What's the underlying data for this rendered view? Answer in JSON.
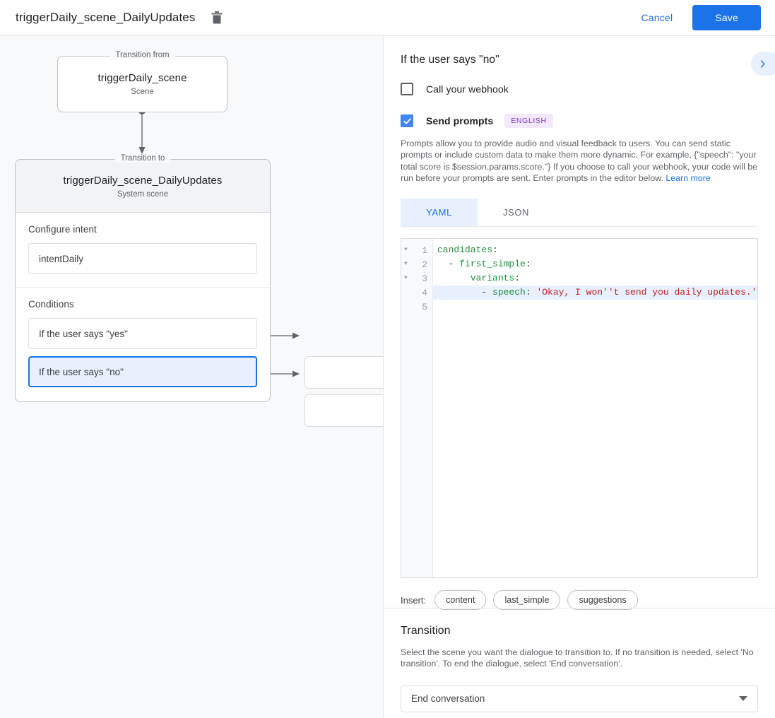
{
  "topbar": {
    "title": "triggerDaily_scene_DailyUpdates",
    "delete_icon": "trash-icon",
    "cancel_label": "Cancel",
    "save_label": "Save"
  },
  "graph": {
    "from_node": {
      "legend": "Transition from",
      "title": "triggerDaily_scene",
      "subtitle": "Scene"
    },
    "to_node": {
      "legend": "Transition to",
      "title": "triggerDaily_scene_DailyUpdates",
      "subtitle": "System scene"
    },
    "intent_section": {
      "label": "Configure intent",
      "value": "intentDaily"
    },
    "conditions_section": {
      "label": "Conditions",
      "items": [
        {
          "label": "If the user says \"yes\"",
          "selected": false
        },
        {
          "label": "If the user says \"no\"",
          "selected": true
        }
      ]
    }
  },
  "detail": {
    "title": "If the user says \"no\"",
    "expand_icon": "chevron-right-icon",
    "webhook": {
      "label": "Call your webhook",
      "checked": false
    },
    "prompts": {
      "label": "Send prompts",
      "checked": true,
      "language_badge": "ENGLISH",
      "description": "Prompts allow you to provide audio and visual feedback to users. You can send static prompts or include custom data to make them more dynamic. For example, {\"speech\": \"your total score is $session.params.score.\"} If you choose to call your webhook, your code will be run before your prompts are sent. Enter prompts in the editor below. ",
      "learn_more": "Learn more"
    },
    "tabs": [
      {
        "label": "YAML",
        "active": true
      },
      {
        "label": "JSON",
        "active": false
      }
    ],
    "editor": {
      "lines": [
        {
          "num": "1",
          "fold": true,
          "highlight": false,
          "tokens": [
            {
              "t": "candidates",
              "c": "k"
            },
            {
              "t": ":",
              "c": "p"
            }
          ]
        },
        {
          "num": "2",
          "fold": true,
          "highlight": false,
          "tokens": [
            {
              "t": "  - ",
              "c": "p"
            },
            {
              "t": "first_simple",
              "c": "k"
            },
            {
              "t": ":",
              "c": "p"
            }
          ]
        },
        {
          "num": "3",
          "fold": true,
          "highlight": false,
          "tokens": [
            {
              "t": "      ",
              "c": "p"
            },
            {
              "t": "variants",
              "c": "k"
            },
            {
              "t": ":",
              "c": "p"
            }
          ]
        },
        {
          "num": "4",
          "fold": false,
          "highlight": true,
          "tokens": [
            {
              "t": "        - ",
              "c": "p"
            },
            {
              "t": "speech",
              "c": "k"
            },
            {
              "t": ": ",
              "c": "p"
            },
            {
              "t": "'Okay, I won''t send you daily updates.'",
              "c": "s"
            }
          ]
        },
        {
          "num": "5",
          "fold": false,
          "highlight": false,
          "tokens": []
        }
      ]
    },
    "insert": {
      "label": "Insert:",
      "chips": [
        "content",
        "last_simple",
        "suggestions"
      ]
    },
    "transition": {
      "title": "Transition",
      "description": "Select the scene you want the dialogue to transition to. If no transition is needed, select 'No transition'. To end the dialogue, select 'End conversation'.",
      "selected": "End conversation",
      "caret_icon": "chevron-down-icon"
    }
  },
  "colors": {
    "accent_blue": "#1a73e8",
    "checkbox_blue": "#4285f4",
    "badge_purple": "#7b3ec4",
    "badge_bg": "#f3e8fd",
    "yaml_key_green": "#1e8e3e",
    "yaml_string_red": "#c5221f",
    "panel_bg": "#f8f9fa"
  }
}
